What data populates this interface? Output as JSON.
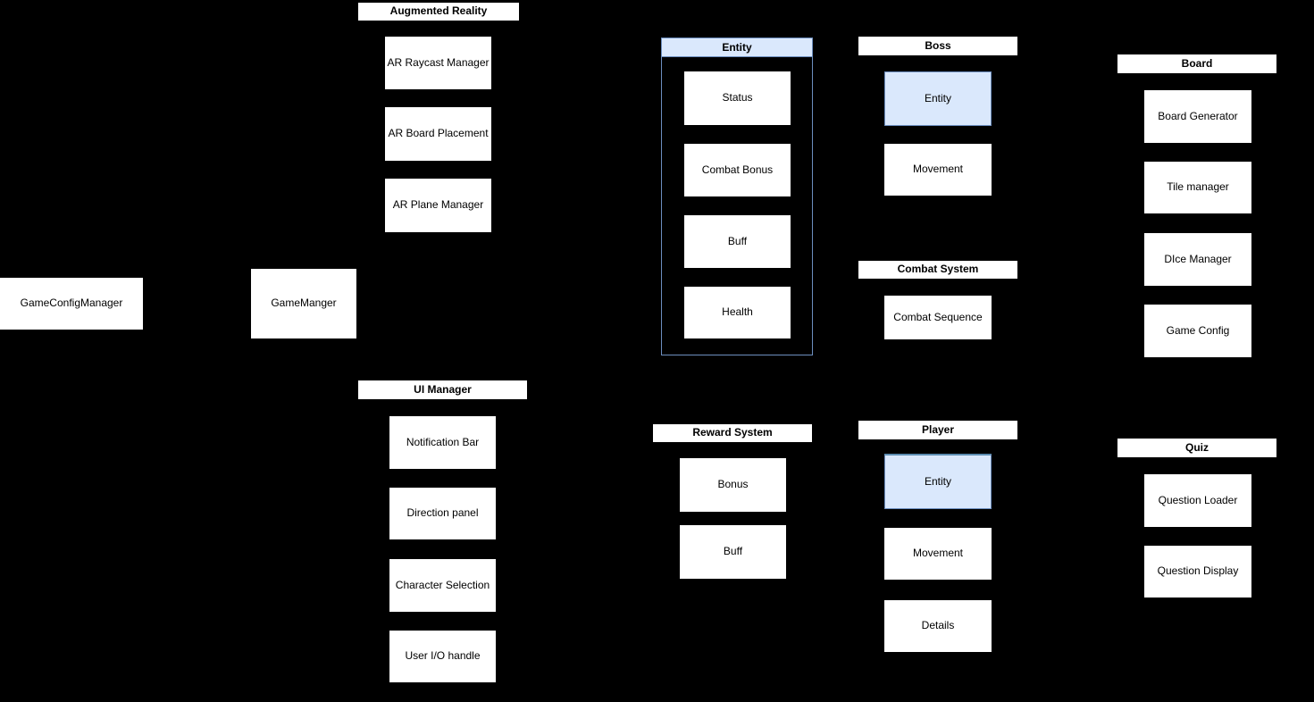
{
  "canvas": {
    "colors": {
      "background": "#000000",
      "node_fill": "#ffffff",
      "node_text": "#000000",
      "accent_fill": "#dae8fc",
      "accent_border": "#6c8ebf"
    }
  },
  "standalone": {
    "game_config_manager": "GameConfigManager",
    "game_manger": "GameManger"
  },
  "groups": {
    "augmented_reality": {
      "title": "Augmented Reality",
      "items": [
        "AR Raycast Manager",
        "AR Board Placement",
        "AR Plane Manager"
      ]
    },
    "entity": {
      "title": "Entity",
      "items": [
        "Status",
        "Combat Bonus",
        "Buff",
        "Health"
      ]
    },
    "boss": {
      "title": "Boss",
      "items": [
        "Entity",
        "Movement"
      ],
      "highlighted_item": "Entity"
    },
    "combat_system": {
      "title": "Combat System",
      "items": [
        "Combat Sequence"
      ]
    },
    "board": {
      "title": "Board",
      "items": [
        "Board Generator",
        "Tile manager",
        "DIce Manager",
        "Game Config"
      ]
    },
    "ui_manager": {
      "title": "UI Manager",
      "items": [
        "Notification Bar",
        "Direction panel",
        "Character Selection",
        "User I/O handle"
      ]
    },
    "reward_system": {
      "title": "Reward System",
      "items": [
        "Bonus",
        "Buff"
      ]
    },
    "player": {
      "title": "Player",
      "items": [
        "Entity",
        "Movement",
        "Details"
      ],
      "highlighted_item": "Entity"
    },
    "quiz": {
      "title": "Quiz",
      "items": [
        "Question Loader",
        "Question Display"
      ]
    }
  }
}
